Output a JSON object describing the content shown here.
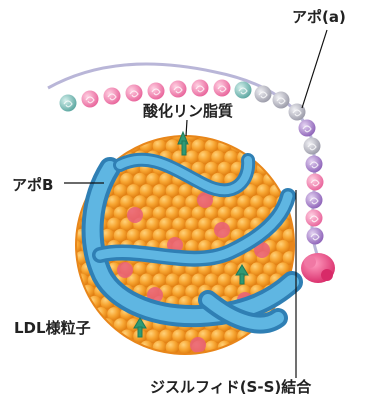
{
  "labels": {
    "apo_a": "アポ(a)",
    "phospholipid": "酸化リン脂質",
    "apo_b": "アポB",
    "ldl": "LDL様粒子",
    "disulfide": "ジスルフィド(S-S)結合"
  },
  "colors": {
    "particle_orange": "#f39a25",
    "particle_highlight": "#ffd27a",
    "pink_spot": "#e9607a",
    "apob_blue": "#4aa3d3",
    "tail_green": "#2f9a74",
    "kringle_pink": "#e8639a",
    "kringle_purple": "#8d62b8",
    "kringle_teal": "#5aa6a0",
    "protease_magenta": "#e23a78",
    "string_color": "#b9b6d8"
  }
}
